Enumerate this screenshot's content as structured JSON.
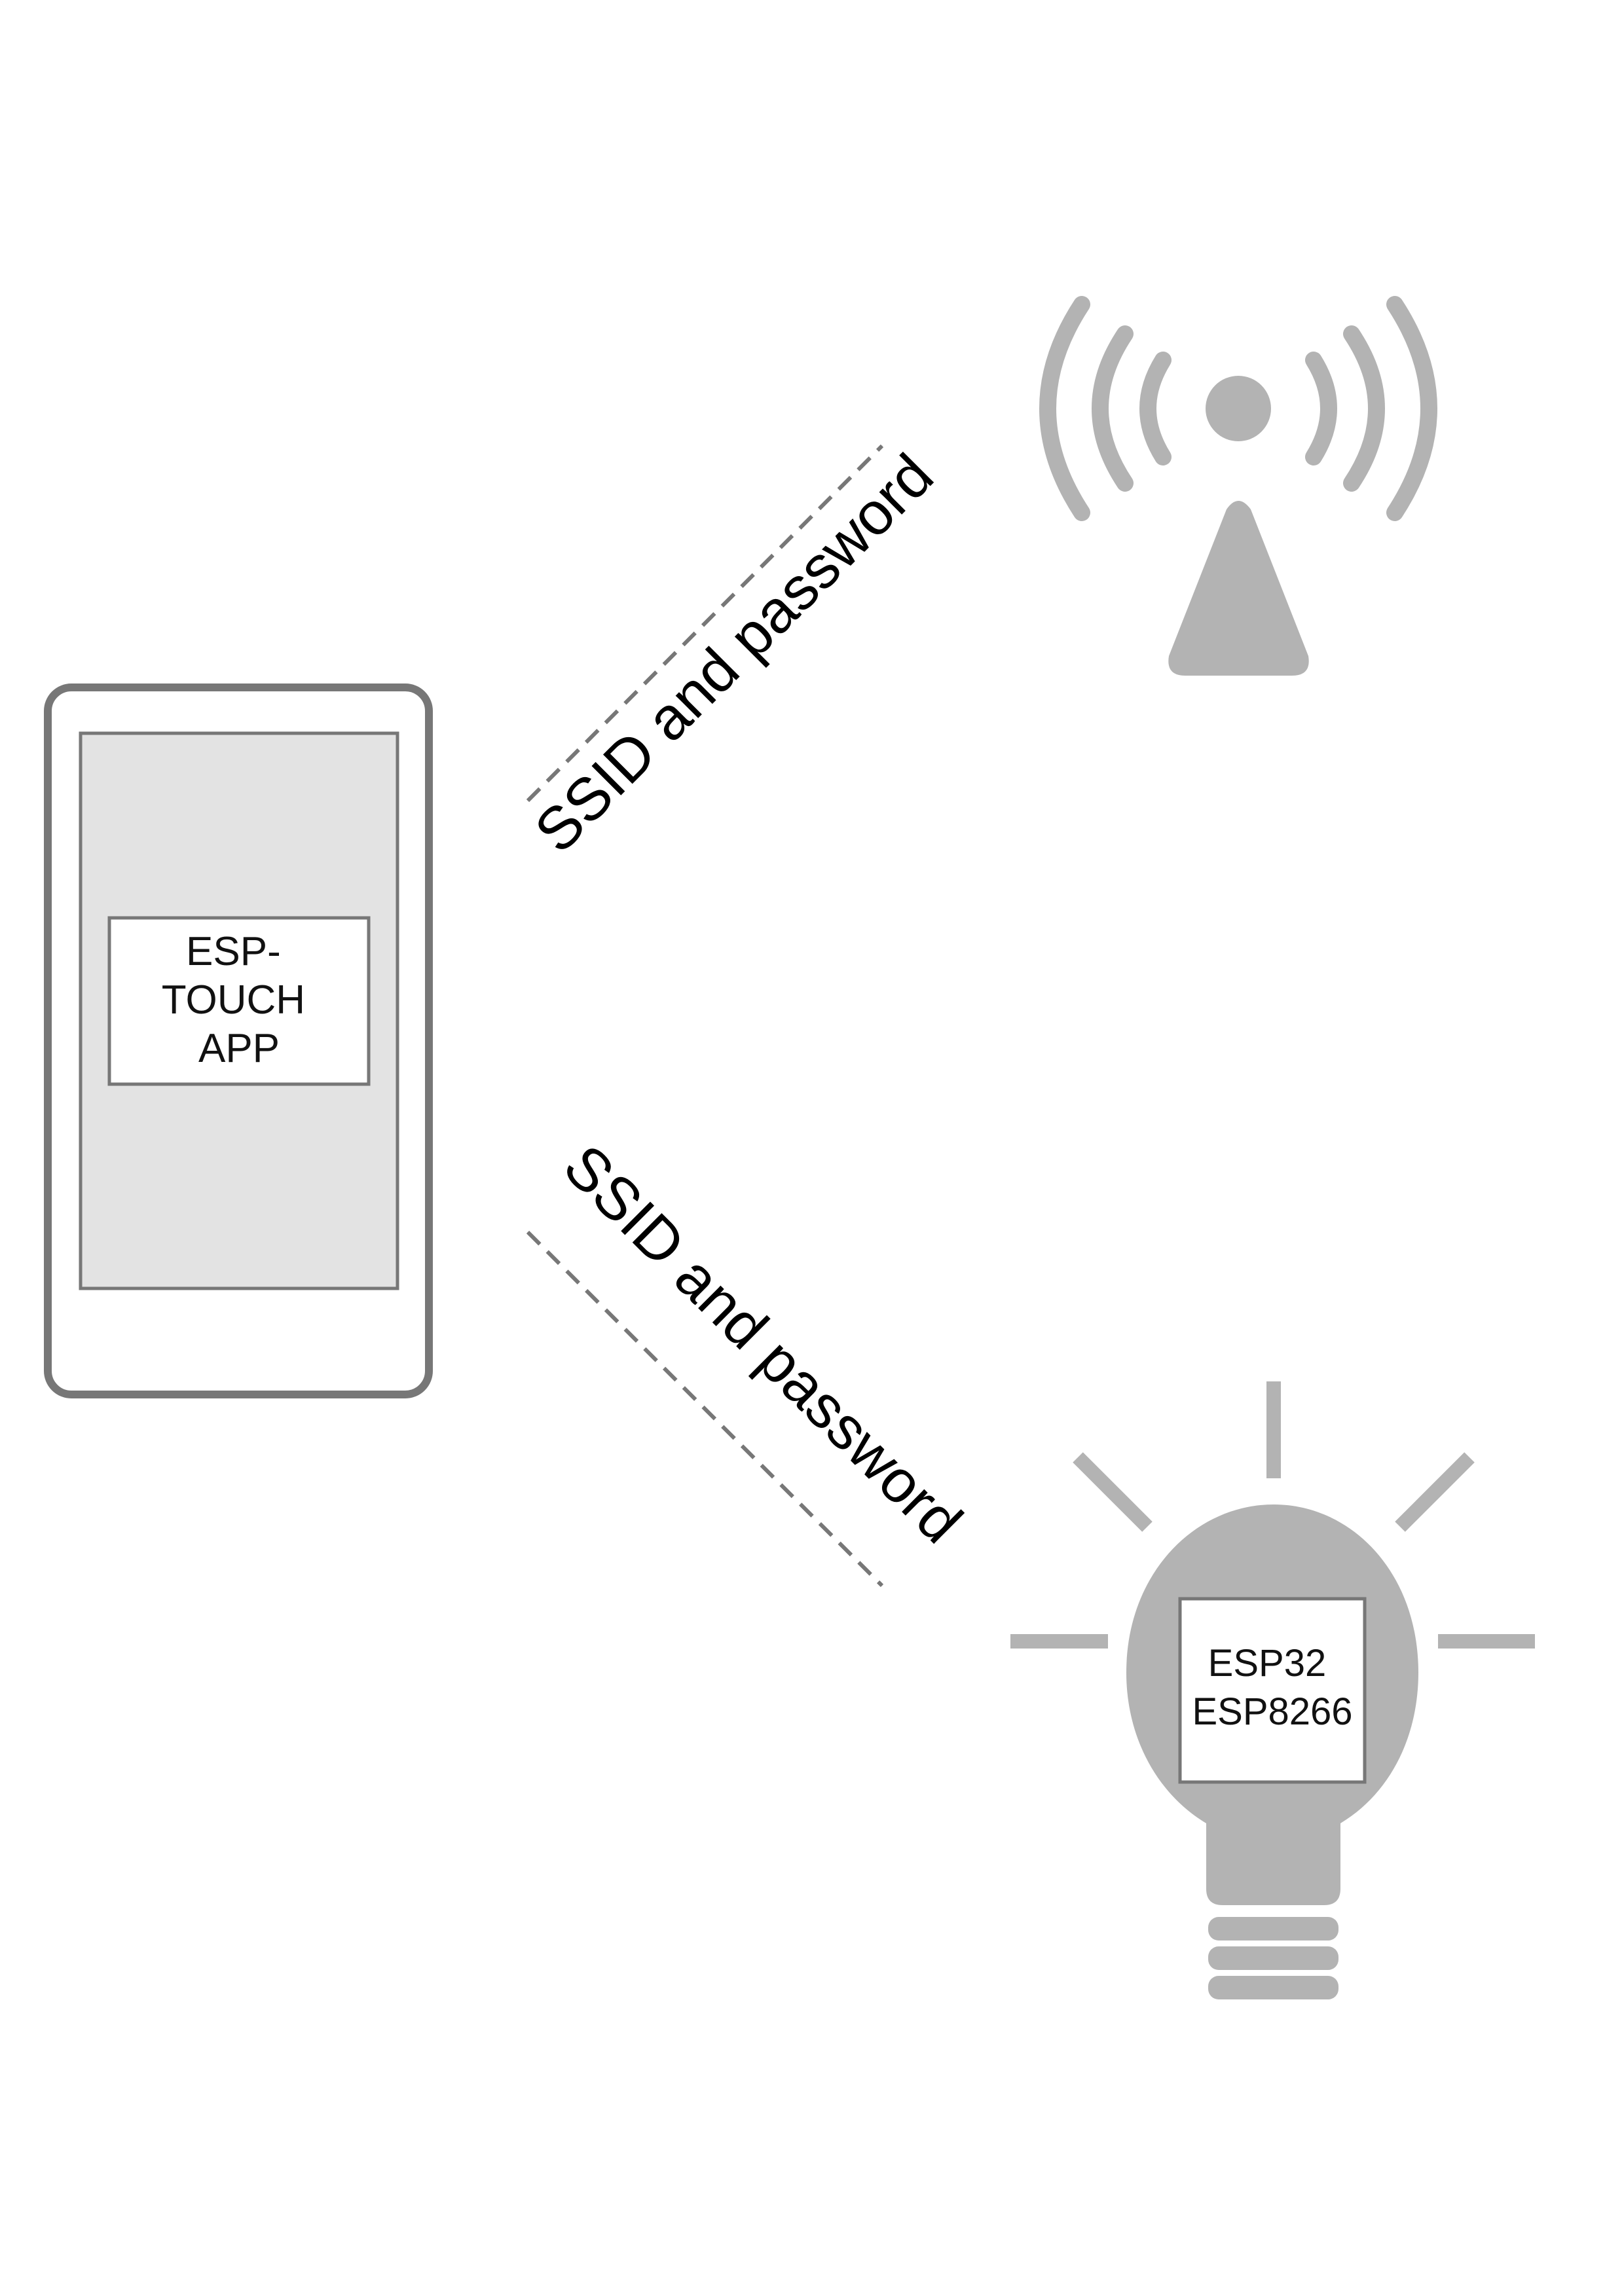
{
  "phone": {
    "app_label_lines": [
      "ESP-",
      "TOUCH",
      "APP"
    ]
  },
  "device": {
    "chip_label_lines": [
      "ESP32",
      "ESP8266"
    ]
  },
  "links": [
    {
      "label": "SSID and password"
    },
    {
      "label": "SSID and password"
    }
  ],
  "icons": {
    "router": "wifi-router-icon",
    "device": "light-bulb-icon",
    "phone": "smartphone-icon"
  },
  "colors": {
    "icon_gray": "#b3b3b3",
    "outline_gray": "#777777",
    "screen_gray": "#e3e3e3",
    "arrow_gray": "#777777",
    "text": "#000000"
  }
}
